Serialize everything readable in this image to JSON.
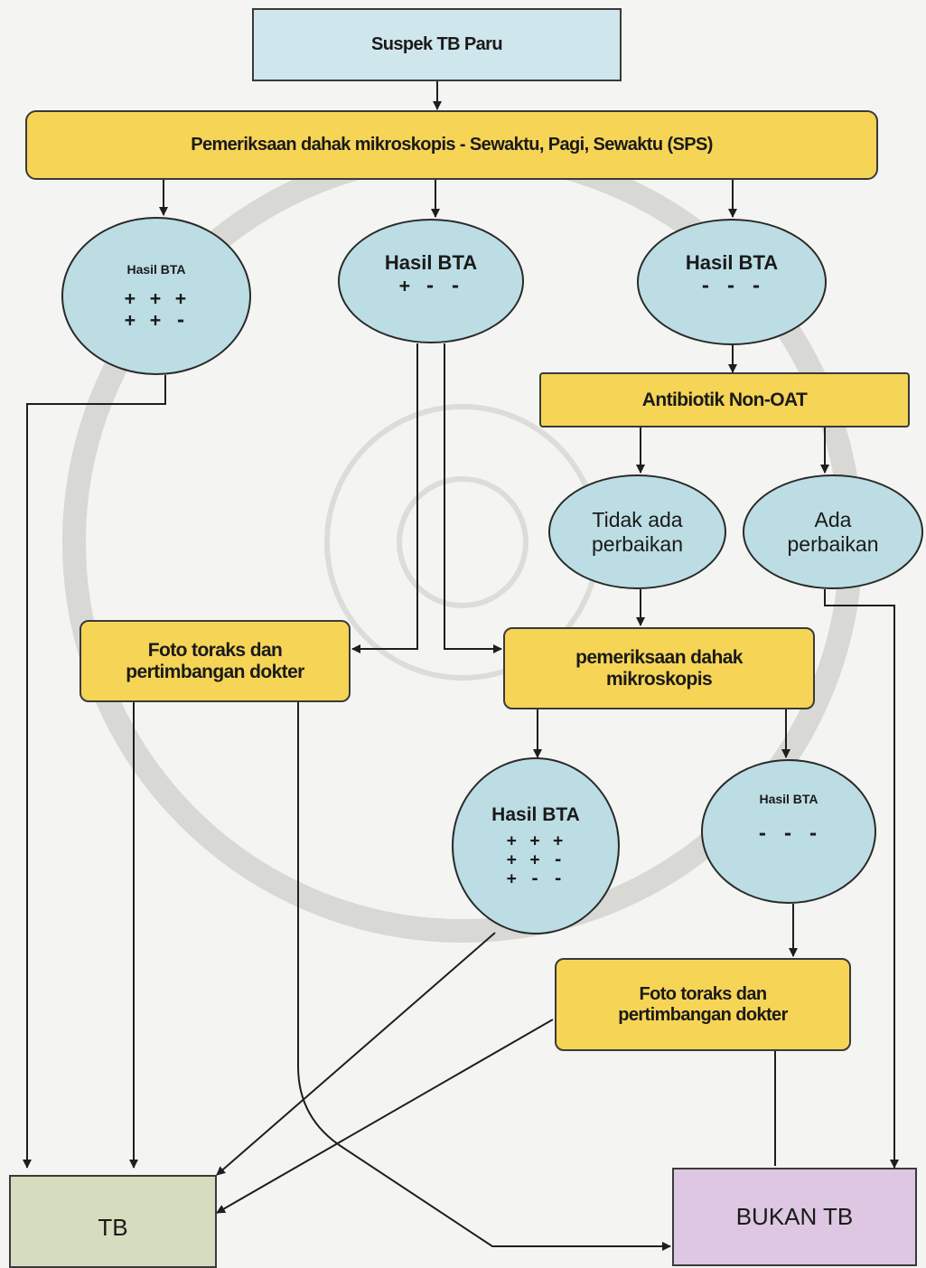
{
  "nodes": {
    "suspek": "Suspek TB Paru",
    "sps": "Pemeriksaan dahak mikroskopis - Sewaktu, Pagi, Sewaktu (SPS)",
    "bta1": {
      "title": "Hasil BTA",
      "line1": "+ + +",
      "line2": "+ + -"
    },
    "bta2": {
      "title": "Hasil BTA",
      "line1": "+ - -"
    },
    "bta3": {
      "title": "Hasil BTA",
      "line1": "- - -"
    },
    "antibiotik": "Antibiotik  Non-OAT",
    "tidak_ada": {
      "line1": "Tidak ada",
      "line2": "perbaikan"
    },
    "ada": {
      "line1": "Ada",
      "line2": "perbaikan"
    },
    "foto1": {
      "line1": "Foto toraks dan",
      "line2": "pertimbangan  dokter"
    },
    "periksa2": {
      "line1": "pemeriksaan dahak",
      "line2": "mikroskopis"
    },
    "bta4": {
      "title": "Hasil BTA",
      "line1": "+ + +",
      "line2": "+ + -",
      "line3": "+ - -"
    },
    "bta5": {
      "title": "Hasil BTA",
      "line1": "- - -"
    },
    "foto2": {
      "line1": "Foto toraks dan",
      "line2": "pertimbangan  dokter"
    },
    "tb": "TB",
    "bukan": "BUKAN TB"
  },
  "colors": {
    "process": "#f6d456",
    "start": "#cfe6ec",
    "result": "#bcdde3",
    "tb": "#d6dcbe",
    "bukan_tb": "#ddc7e2"
  }
}
